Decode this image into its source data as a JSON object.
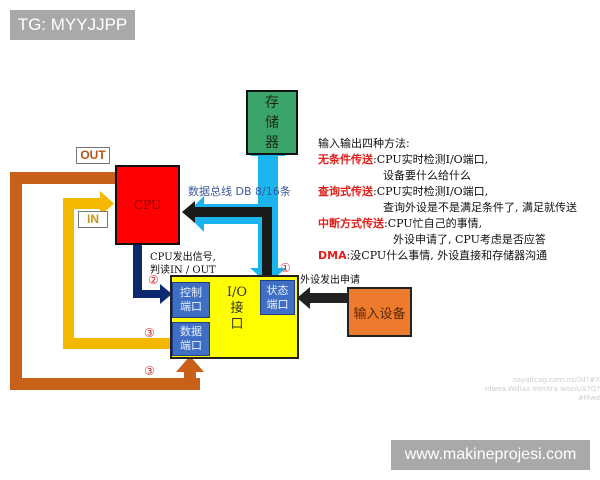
{
  "watermarks": {
    "top_tag": "TG: MYYJJPP",
    "bottom_site": "www.makineprojesi.com",
    "faint_source": "nayaitcag.com.ns/0d?#X",
    "faint_source_line2": "rdwea.Wdlaa mmitra woeA/A7Q?#Mwd"
  },
  "diagram": {
    "memory": {
      "label_lines": [
        "存",
        "储",
        "器"
      ],
      "color": "#3aa46a"
    },
    "cpu": {
      "label": "CPU",
      "color": "#ff0000"
    },
    "io_interface": {
      "label_lines": [
        "I/O",
        "接",
        "口"
      ],
      "color": "#ffff00"
    },
    "ports": {
      "control": {
        "label_lines": [
          "控制",
          "端口"
        ]
      },
      "data": {
        "label_lines": [
          "数据",
          "端口"
        ]
      },
      "status": {
        "label_lines": [
          "状态",
          "端口"
        ]
      },
      "color": "#3e6fc4"
    },
    "input_device": {
      "label": "输入设备",
      "color": "#ee7a2e"
    },
    "labels": {
      "out": "OUT",
      "in": "IN",
      "data_bus": "数据总线  DB   8/16条",
      "cpu_signal_line1": "CPU发出信号,",
      "cpu_signal_line2": "判读IN / OUT",
      "device_request": "外设发出申请",
      "step1": "①",
      "step2": "②",
      "step3a": "③",
      "step3b": "③"
    },
    "arrow_colors": {
      "out_path": "#c8601a",
      "in_path": "#f5b800",
      "data_bus": "#1ab4ee",
      "status_line": "#1a1a1a",
      "control_line": "#0d2a6e"
    }
  },
  "methods": {
    "title": "输入输出四种方法:",
    "items": [
      {
        "name": "无条件传送",
        "desc_line1": ":CPU实时检测I/O端口,",
        "desc_line2": "设备要什么给什么"
      },
      {
        "name": "查询式传送",
        "desc_line1": ":CPU实时检测I/O端口,",
        "desc_line2": "查询外设是不是满足条件了, 满足就传送"
      },
      {
        "name": "中断方式传送",
        "desc_line1": ":CPU忙自己的事情,",
        "desc_line2": "外设申请了, CPU考虑是否应答"
      },
      {
        "name": "DMA",
        "desc_line1": ":没CPU什么事情, 外设直接和存储器沟通",
        "desc_line2": ""
      }
    ]
  }
}
